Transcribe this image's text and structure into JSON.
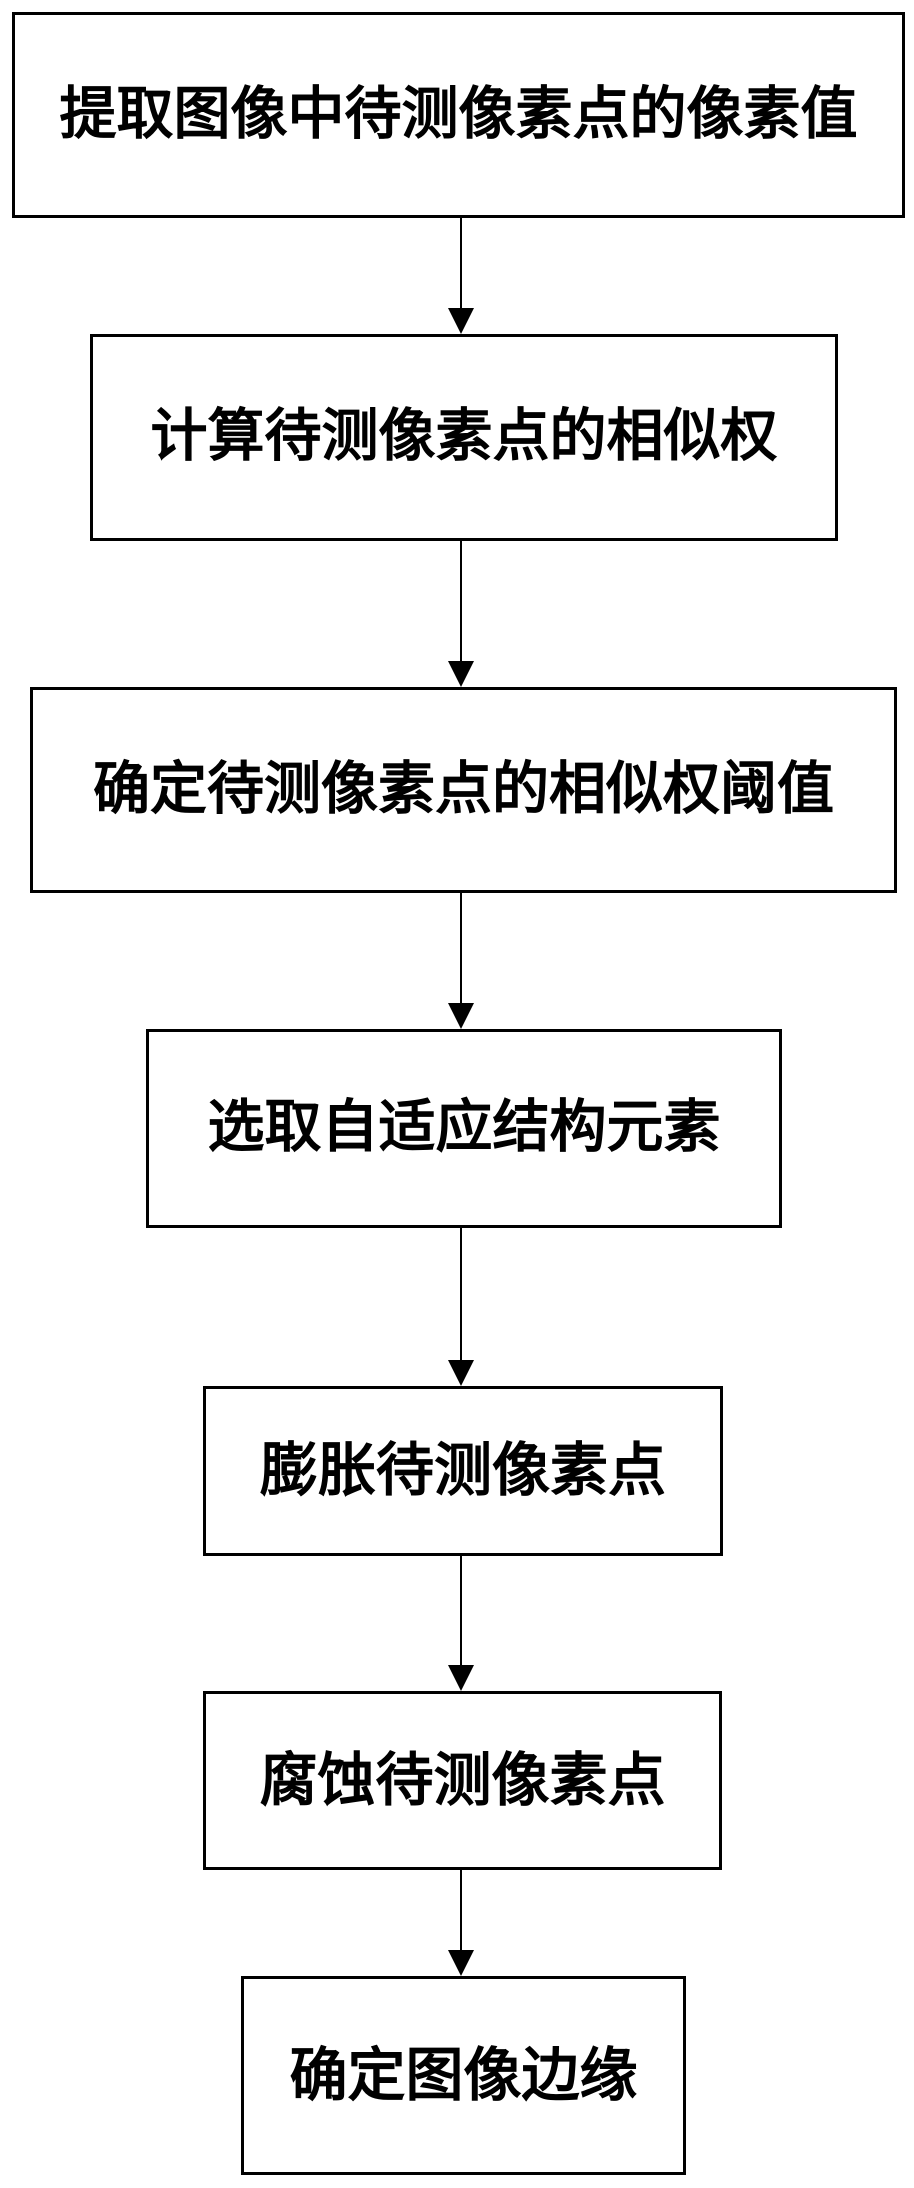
{
  "diagram": {
    "type": "flowchart",
    "orientation": "top-to-bottom",
    "colors": {
      "background": "#ffffff",
      "box_border": "#000000",
      "text": "#000000",
      "arrow": "#000000"
    },
    "steps": [
      {
        "id": 1,
        "label": "提取图像中待测像素点的像素值"
      },
      {
        "id": 2,
        "label": "计算待测像素点的相似权"
      },
      {
        "id": 3,
        "label": "确定待测像素点的相似权阈值"
      },
      {
        "id": 4,
        "label": "选取自适应结构元素"
      },
      {
        "id": 5,
        "label": "膨胀待测像素点"
      },
      {
        "id": 6,
        "label": "腐蚀待测像素点"
      },
      {
        "id": 7,
        "label": "确定图像边缘"
      }
    ],
    "connections": [
      {
        "from": 1,
        "to": 2
      },
      {
        "from": 2,
        "to": 3
      },
      {
        "from": 3,
        "to": 4
      },
      {
        "from": 4,
        "to": 5
      },
      {
        "from": 5,
        "to": 6
      },
      {
        "from": 6,
        "to": 7
      }
    ]
  }
}
